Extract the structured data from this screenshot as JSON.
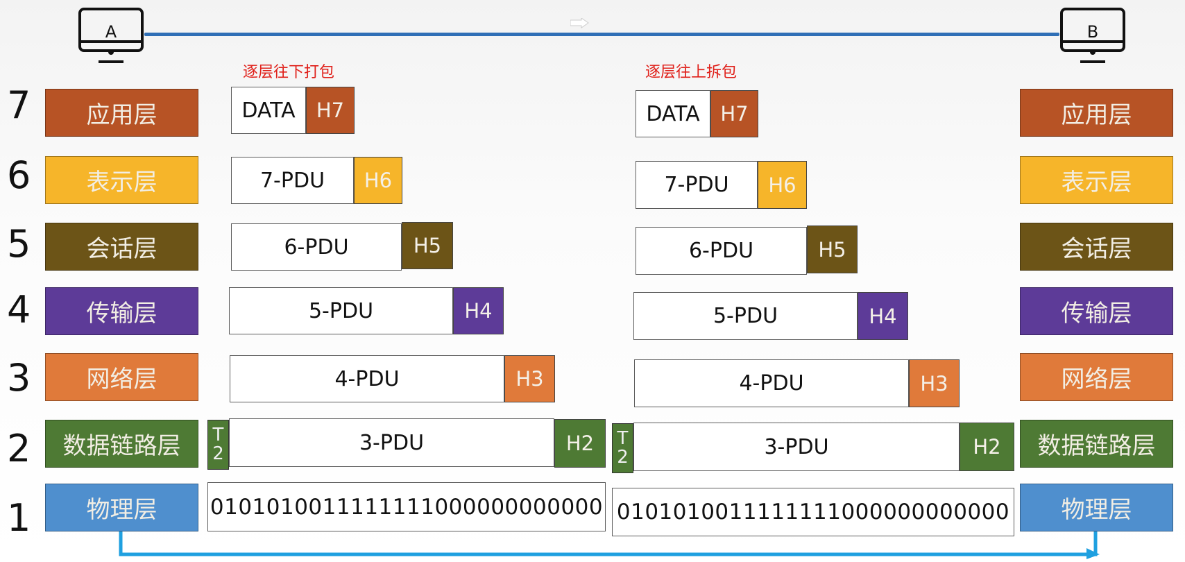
{
  "hosts": {
    "a": "A",
    "b": "B"
  },
  "notes": {
    "pack": "逐层往下打包",
    "unpack": "逐层往上拆包"
  },
  "colors": {
    "application": "#b75325",
    "presentation": "#f6b52a",
    "session": "#6c5417",
    "transport": "#5d3b98",
    "network": "#e07a3a",
    "datalink": "#4e7a34",
    "physical": "#4f8fce",
    "link_line": "#2f6fb6",
    "signal_arrow": "#1fa0e0"
  },
  "layers": [
    {
      "num": "7",
      "name": "应用层",
      "color_key": "application"
    },
    {
      "num": "6",
      "name": "表示层",
      "color_key": "presentation"
    },
    {
      "num": "5",
      "name": "会话层",
      "color_key": "session"
    },
    {
      "num": "4",
      "name": "传输层",
      "color_key": "transport"
    },
    {
      "num": "3",
      "name": "网络层",
      "color_key": "network"
    },
    {
      "num": "2",
      "name": "数据链路层",
      "color_key": "datalink"
    },
    {
      "num": "1",
      "name": "物理层",
      "color_key": "physical"
    }
  ],
  "units": {
    "l7": {
      "payload": "DATA",
      "header": "H7"
    },
    "l6": {
      "payload": "7-PDU",
      "header": "H6"
    },
    "l5": {
      "payload": "6-PDU",
      "header": "H5"
    },
    "l4": {
      "payload": "5-PDU",
      "header": "H4"
    },
    "l3": {
      "payload": "4-PDU",
      "header": "H3"
    },
    "l2": {
      "payload": "3-PDU",
      "header": "H2",
      "trailer_t": "T",
      "trailer_n": "2"
    },
    "l1": {
      "bits": "0101010011111111000000000000"
    }
  }
}
